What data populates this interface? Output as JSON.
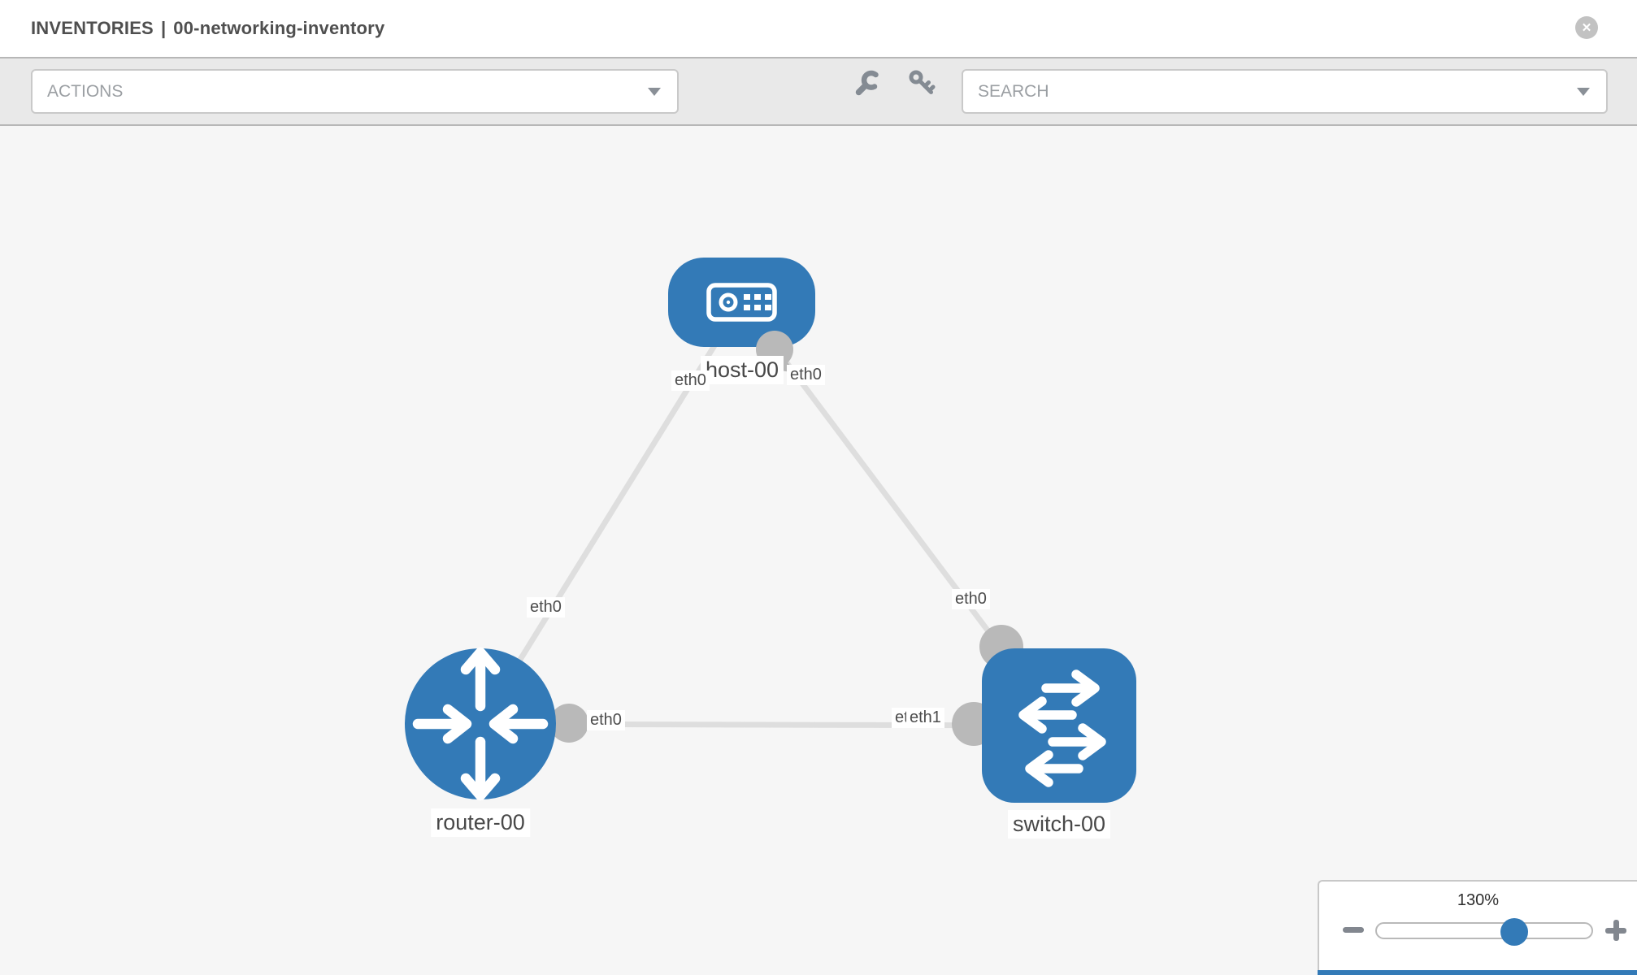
{
  "header": {
    "section": "INVENTORIES",
    "separator": "|",
    "inventory_name": "00-networking-inventory",
    "close_glyph": "✕"
  },
  "toolbar": {
    "actions_label": "ACTIONS",
    "search_label": "SEARCH",
    "icons": [
      "wrench-icon",
      "key-icon",
      "chevron-down-icon",
      "chevron-down-icon"
    ]
  },
  "topology": {
    "nodes": [
      {
        "id": "host-00",
        "label": "host-00",
        "type": "host",
        "shape": "rounded-rect",
        "icon": "server-icon"
      },
      {
        "id": "router-00",
        "label": "router-00",
        "type": "router",
        "shape": "circle",
        "icon": "router-arrows-icon"
      },
      {
        "id": "switch-00",
        "label": "switch-00",
        "type": "switch",
        "shape": "rounded-square",
        "icon": "switch-arrows-icon"
      }
    ],
    "links": [
      {
        "from": "host-00",
        "from_interface": "eth0",
        "to": "router-00",
        "to_interface": "eth0"
      },
      {
        "from": "host-00",
        "from_interface": "eth0",
        "to": "switch-00",
        "to_interface": "eth0"
      },
      {
        "from": "router-00",
        "from_interface": "eth0",
        "to": "switch-00",
        "to_interface": "eth1",
        "to_interface_overlapped_label": "eth0"
      }
    ],
    "colors": {
      "node_blue": "#337ab7",
      "link_gray": "#dedede",
      "interface_dot_gray": "#b9b9b9",
      "canvas_background": "#f6f6f6"
    }
  },
  "zoom_control": {
    "value_label": "130%",
    "percent": 130,
    "icons": [
      "minus-icon",
      "plus-icon"
    ]
  }
}
